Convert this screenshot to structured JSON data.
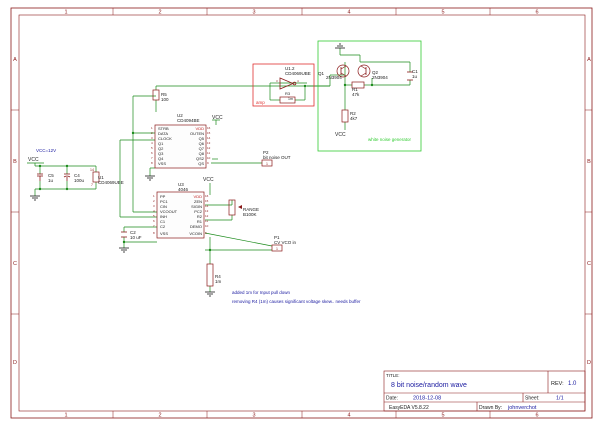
{
  "colors": {
    "border": "#8b1a1a",
    "wire": "#1a8a1a",
    "part": "#8b1a1a",
    "pin": "#8b1a1a",
    "text": "#1a1aa0",
    "net": "#1a1a1a",
    "green_box": "#33cc33",
    "red_box": "#e03030"
  },
  "frame": {
    "cols_top": [
      "1",
      "2",
      "3",
      "4",
      "5",
      "6"
    ],
    "cols_bottom": [
      "1",
      "2",
      "3",
      "4",
      "5",
      "6"
    ],
    "rows_left": [
      "A",
      "B",
      "C",
      "D"
    ],
    "rows_right": [
      "A",
      "B",
      "C",
      "D"
    ]
  },
  "title_block": {
    "title_label": "TITLE:",
    "title": "8 bit noise/random wave",
    "rev_label": "REV:",
    "rev": "1.0",
    "date_label": "Date:",
    "date": "2018-12-08",
    "sheet_label": "Sheet:",
    "sheet": "1/1",
    "tool": "EasyEDA V5.8.22",
    "drawn_label": "Drawn By:",
    "drawn_by": "johnverchot"
  },
  "supply": {
    "vcc_note": "VCC=12V",
    "vcc": "VCC",
    "c5_ref": "C5",
    "c5_val": "1u",
    "c4_ref": "C4",
    "c4_val": "100u",
    "u1_ref": "U1",
    "u1_val": "CD4069UBE",
    "u1_pins": [
      "14",
      "7"
    ]
  },
  "u2": {
    "ref": "U2",
    "value": "CD4094BE",
    "vcc": "VCC",
    "left_pins": [
      "STRB",
      "DATA",
      "CLOCK",
      "Q1",
      "Q2",
      "Q3",
      "Q4",
      "VSS"
    ],
    "right_pins": [
      "VDD",
      "OUTEN",
      "Q5",
      "Q6",
      "Q7",
      "Q8",
      "QS2",
      "QS"
    ],
    "left_nums": [
      "1",
      "2",
      "3",
      "4",
      "5",
      "6",
      "7",
      "8"
    ],
    "right_nums": [
      "16",
      "15",
      "14",
      "13",
      "12",
      "11",
      "10",
      "9"
    ]
  },
  "r5": {
    "ref": "R5",
    "value": "100"
  },
  "p2": {
    "ref": "P2",
    "value": "bit noise OUT",
    "pin": "1"
  },
  "u3": {
    "ref": "U3",
    "value": "4046",
    "vcc": "VCC",
    "left_pins": [
      "PP",
      "PC1",
      "CIN",
      "VCOOUT",
      "INH",
      "C1",
      "C2",
      "VSS"
    ],
    "right_pins": [
      "VDD",
      "ZEN",
      "SIGIN",
      "PC2",
      "R2",
      "R1",
      "DEMO",
      "VCOIN"
    ],
    "left_nums": [
      "1",
      "2",
      "3",
      "4",
      "5",
      "6",
      "7",
      "8"
    ],
    "right_nums": [
      "16",
      "15",
      "14",
      "13",
      "12",
      "11",
      "10",
      "9"
    ]
  },
  "range_pot": {
    "ref": "RANGE",
    "value": "B100K"
  },
  "c2": {
    "ref": "C2",
    "value": "10 uF"
  },
  "p1": {
    "ref": "P1",
    "value": "CV VCO in",
    "pin": "1"
  },
  "r4": {
    "ref": "R4",
    "value": "1m"
  },
  "notes": {
    "note1": "added 1m for Input pull down",
    "note2": "removing R4 (1m) causes significant voltage skew.. needs buffer"
  },
  "opamp": {
    "ref": "U1.2",
    "value": "CD4069UBE",
    "r3_ref": "R3",
    "r3_val": "1m",
    "label": "amp",
    "pins": [
      "3",
      "4"
    ]
  },
  "noise_gen": {
    "q1_ref": "Q1",
    "q1_val": "2N3904",
    "q2_ref": "Q2",
    "q2_val": "2N3904",
    "r1_ref": "R1",
    "r1_val": "47k",
    "r2_ref": "R2",
    "r2_val": "4k7",
    "c1_ref": "C1",
    "c1_val": "1u",
    "vcc": "VCC",
    "label": "white noise generator"
  }
}
